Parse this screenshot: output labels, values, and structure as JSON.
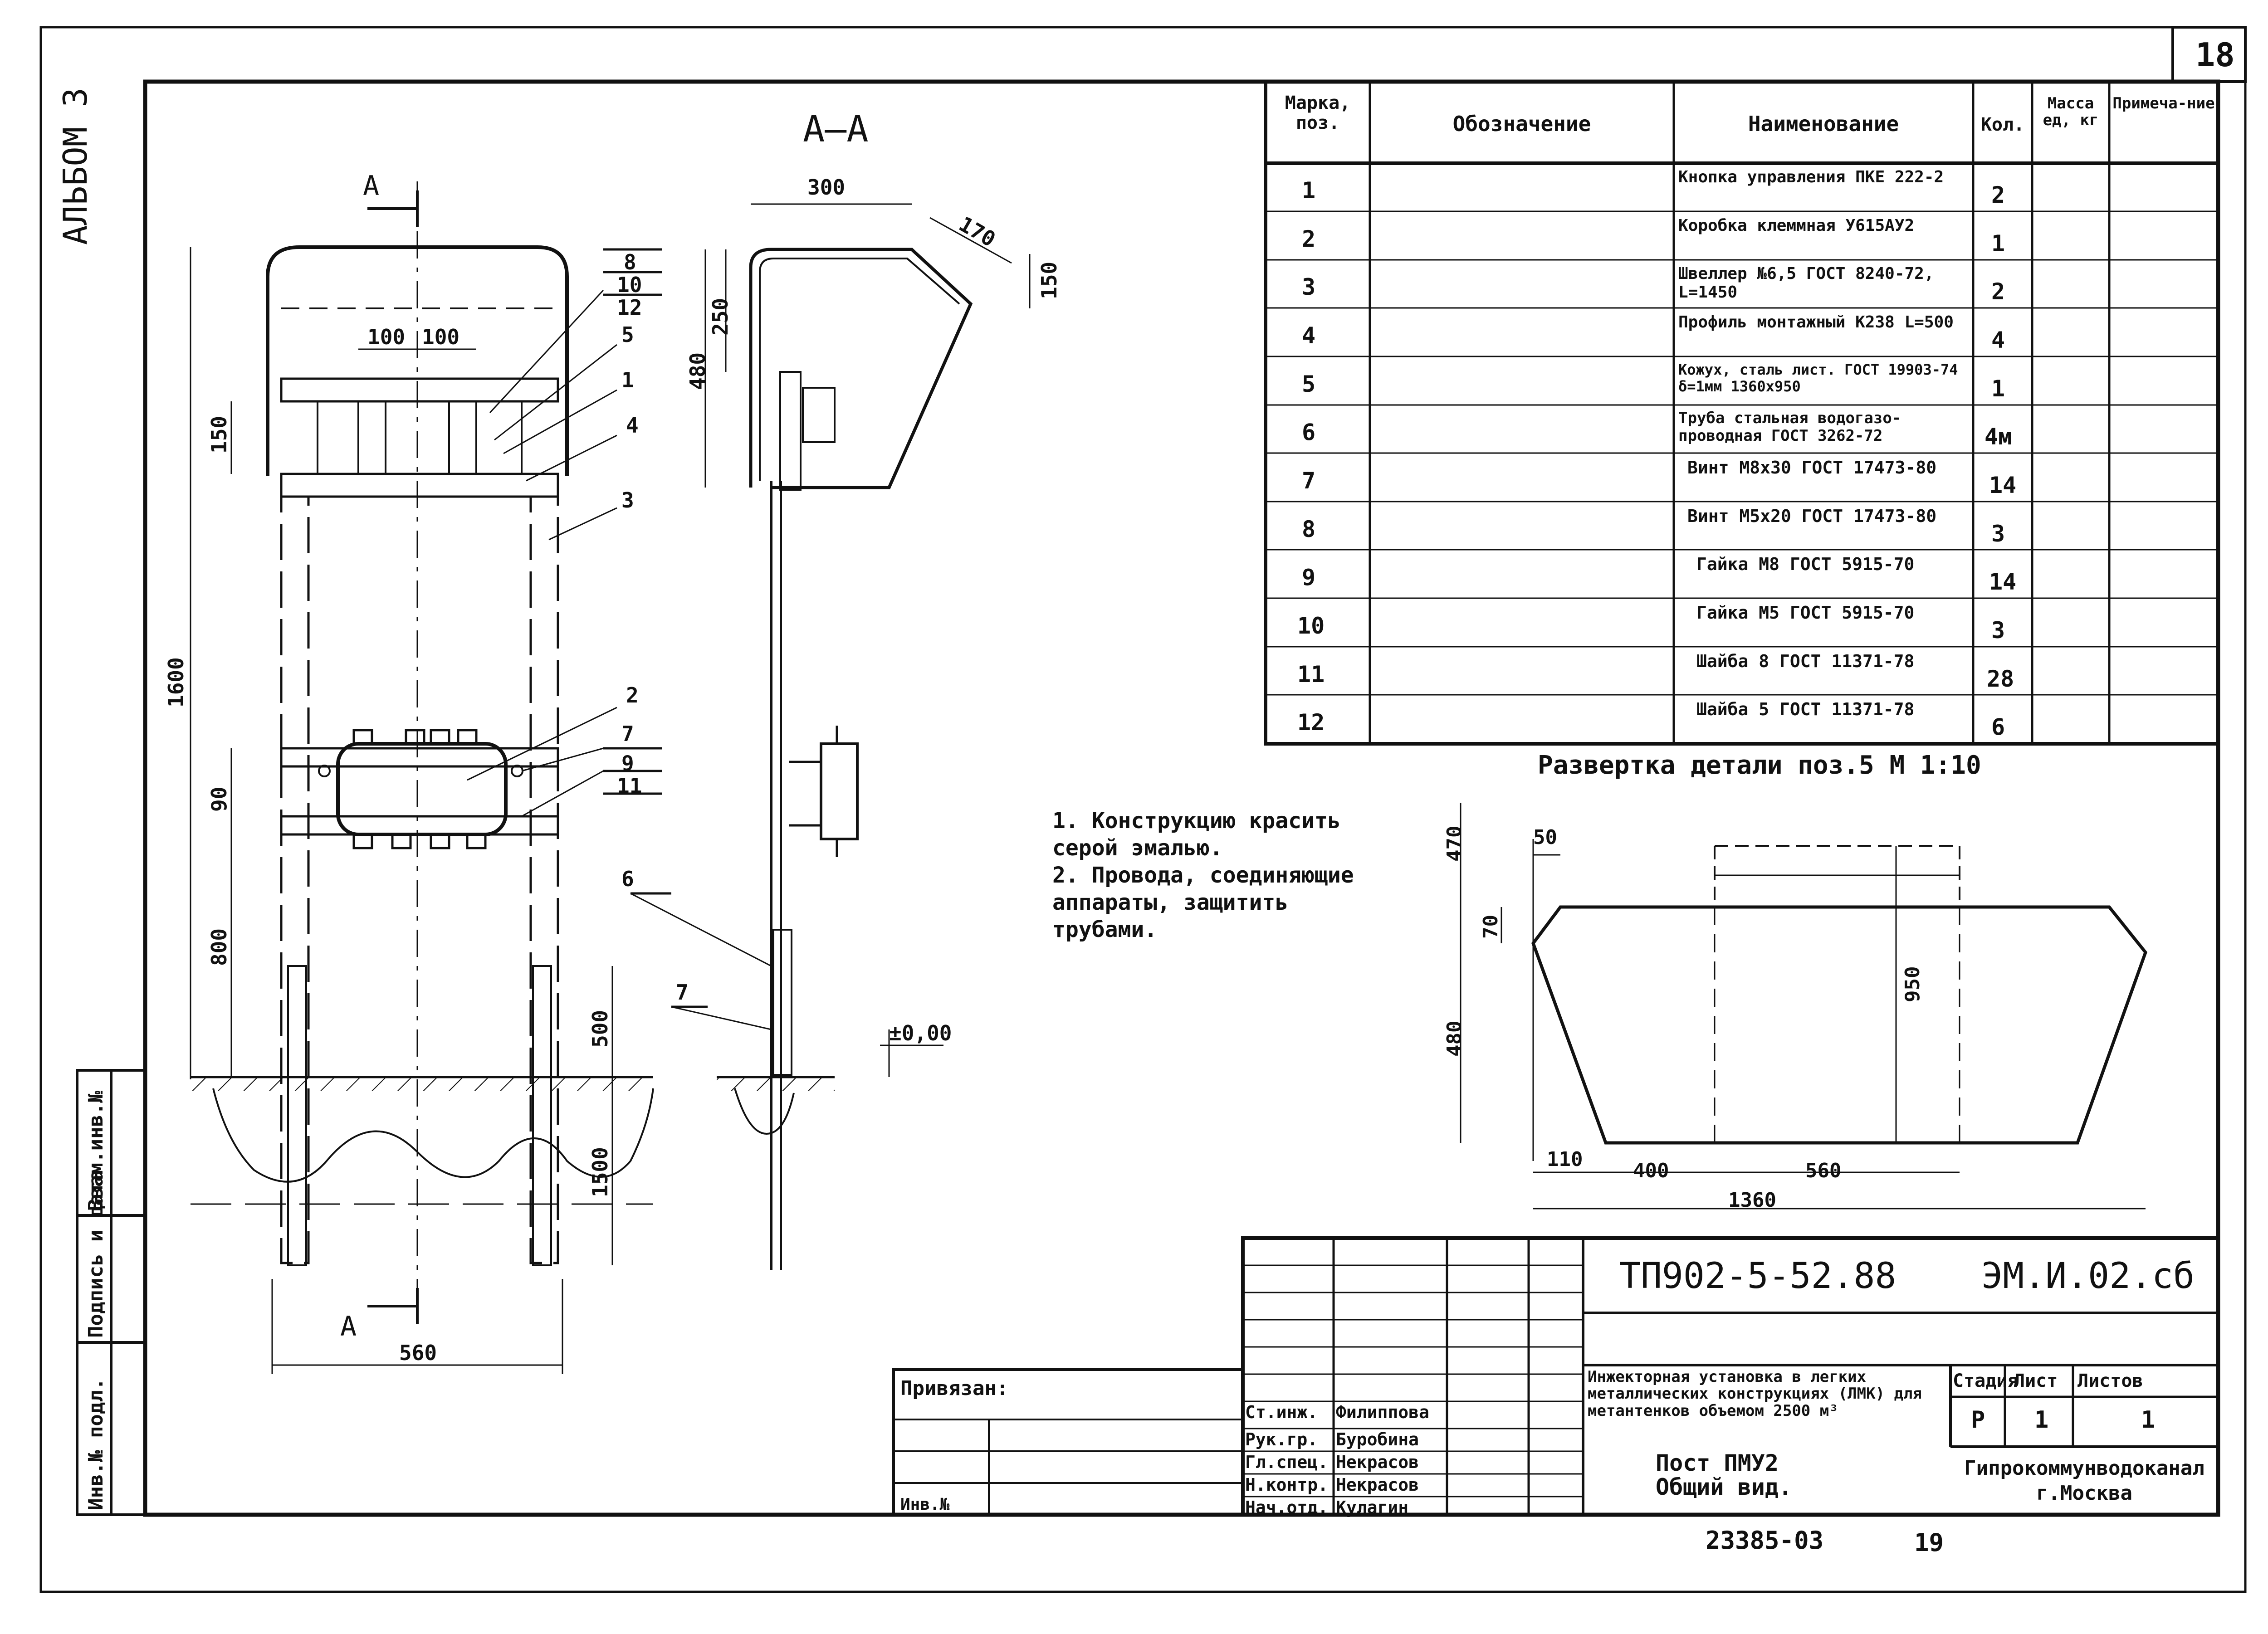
{
  "sheet": {
    "sheet_no_top": "18",
    "album": "АЛЬБОМ 3",
    "side_stamp": [
      "Инв.№ подл.",
      "Подпись и дата",
      "Взам.инв.№"
    ]
  },
  "drawing": {
    "section_mark": "А",
    "section_title": "А–А",
    "front_dims": {
      "total_height": "1600",
      "w_top_1": "100",
      "w_top_2": "100",
      "d_150": "150",
      "d_90": "90",
      "d_800": "800",
      "d_500": "500",
      "d_1500": "1500",
      "width": "560"
    },
    "side_dims": {
      "top_w": "300",
      "d_170": "170",
      "d_150": "150",
      "d_250": "250",
      "d_480": "480",
      "level": "±0,00"
    },
    "callouts": [
      "8",
      "10",
      "12",
      "5",
      "1",
      "4",
      "3",
      "2",
      "7",
      "9",
      "11",
      "6",
      "7"
    ]
  },
  "notes": [
    "1. Конструкцию красить серой эмалью.",
    "2. Провода, соединяющие аппараты, защитить трубами."
  ],
  "spec_table": {
    "headers": [
      "Марка, поз.",
      "Обозначение",
      "Наименование",
      "Кол.",
      "Масса ед, кг",
      "Примеча-ние"
    ],
    "rows": [
      {
        "pos": "1",
        "name": "Кнопка управления ПКЕ 222-2",
        "qty": "2"
      },
      {
        "pos": "2",
        "name": "Коробка клеммная У615АУ2",
        "qty": "1"
      },
      {
        "pos": "3",
        "name": "Швеллер №6,5 ГОСТ 8240-72, L=1450",
        "qty": "2"
      },
      {
        "pos": "4",
        "name": "Профиль монтажный К238 L=500",
        "qty": "4"
      },
      {
        "pos": "5",
        "name": "Кожух, сталь лист. ГОСТ 19903-74 δ=1мм 1360х950",
        "qty": "1"
      },
      {
        "pos": "6",
        "name": "Труба стальная водогазо-проводная ГОСТ 3262-72",
        "qty": "4м"
      },
      {
        "pos": "7",
        "name": "Винт М8х30 ГОСТ 17473-80",
        "qty": "14"
      },
      {
        "pos": "8",
        "name": "Винт М5х20 ГОСТ 17473-80",
        "qty": "3"
      },
      {
        "pos": "9",
        "name": "Гайка М8 ГОСТ 5915-70",
        "qty": "14"
      },
      {
        "pos": "10",
        "name": "Гайка М5 ГОСТ 5915-70",
        "qty": "3"
      },
      {
        "pos": "11",
        "name": "Шайба 8 ГОСТ 11371-78",
        "qty": "28"
      },
      {
        "pos": "12",
        "name": "Шайба 5 ГОСТ 11371-78",
        "qty": "6"
      }
    ]
  },
  "detail": {
    "title": "Развертка детали поз.5 М 1:10",
    "dims": {
      "d_470": "470",
      "d_50": "50",
      "d_70": "70",
      "d_950": "950",
      "d_480": "480",
      "d_110": "110",
      "d_400": "400",
      "d_560": "560",
      "d_1360": "1360"
    }
  },
  "title_block": {
    "code": "ТП902-5-52.88    ЭМ.И.02.сб",
    "project": "Инжекторная установка в легких металлических конструкциях (ЛМК) для метантенков объемом 2500 м³",
    "sheet_name": "Пост ПМУ2\nОбщий вид.",
    "stage_label": "Стадия",
    "sheet_label": "Лист",
    "sheets_label": "Листов",
    "stage": "Р",
    "sheet": "1",
    "sheets": "1",
    "org": "Гипрокоммунводоканал\nг.Москва",
    "privyazan": "Привязан:",
    "inv": "Инв.№",
    "roles": [
      "Ст.инж.",
      "Рук.гр.",
      "Гл.спец.",
      "Н.контр.",
      "Нач.отд."
    ],
    "names": [
      "Филиппова",
      "Буробина",
      "Некрасов",
      "Некрасов",
      "Кулагин"
    ],
    "bottom_code": "23385-03",
    "bottom_page": "19"
  }
}
